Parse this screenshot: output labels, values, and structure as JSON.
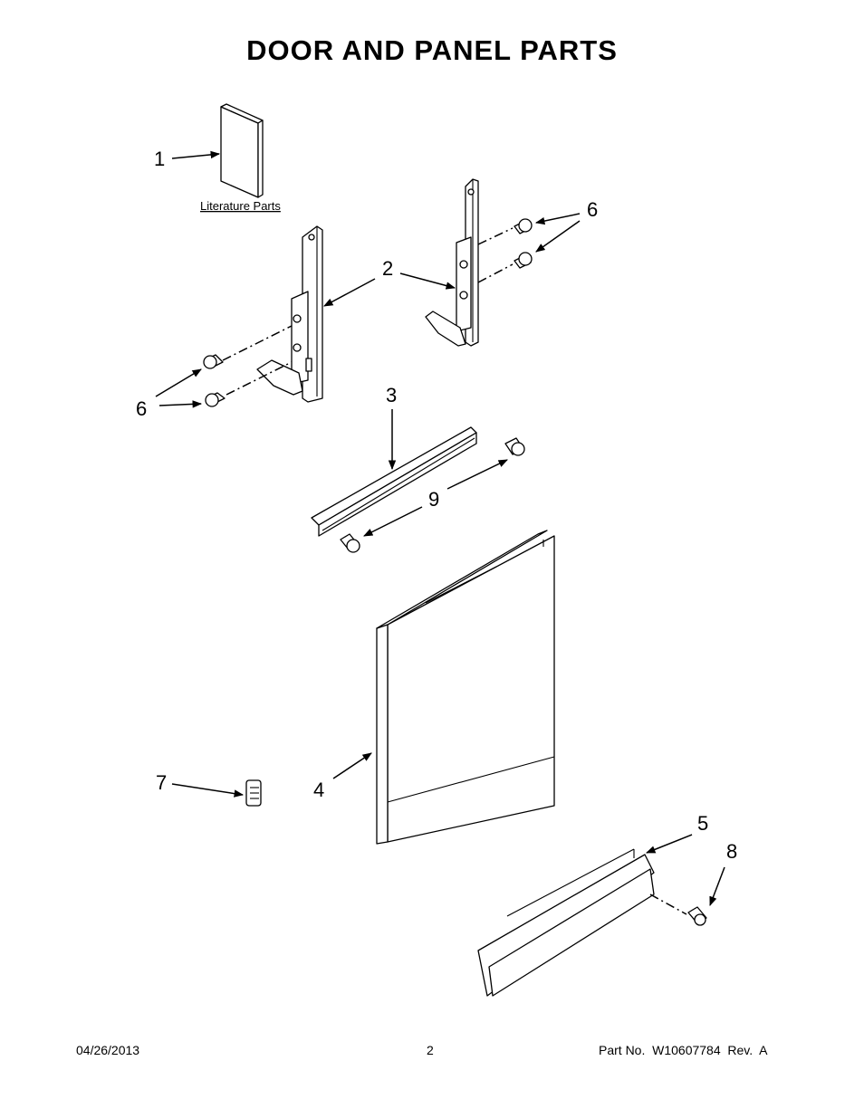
{
  "title": "DOOR AND PANEL PARTS",
  "literature_label": "Literature Parts",
  "callouts": [
    {
      "id": "1",
      "label": "1"
    },
    {
      "id": "2",
      "label": "2"
    },
    {
      "id": "3",
      "label": "3"
    },
    {
      "id": "4",
      "label": "4"
    },
    {
      "id": "5",
      "label": "5"
    },
    {
      "id": "6a",
      "label": "6"
    },
    {
      "id": "6b",
      "label": "6"
    },
    {
      "id": "7",
      "label": "7"
    },
    {
      "id": "8",
      "label": "8"
    },
    {
      "id": "9",
      "label": "9"
    }
  ],
  "footer": {
    "date": "04/26/2013",
    "page": "2",
    "part_number": "Part No.  W10607784  Rev.  A"
  }
}
